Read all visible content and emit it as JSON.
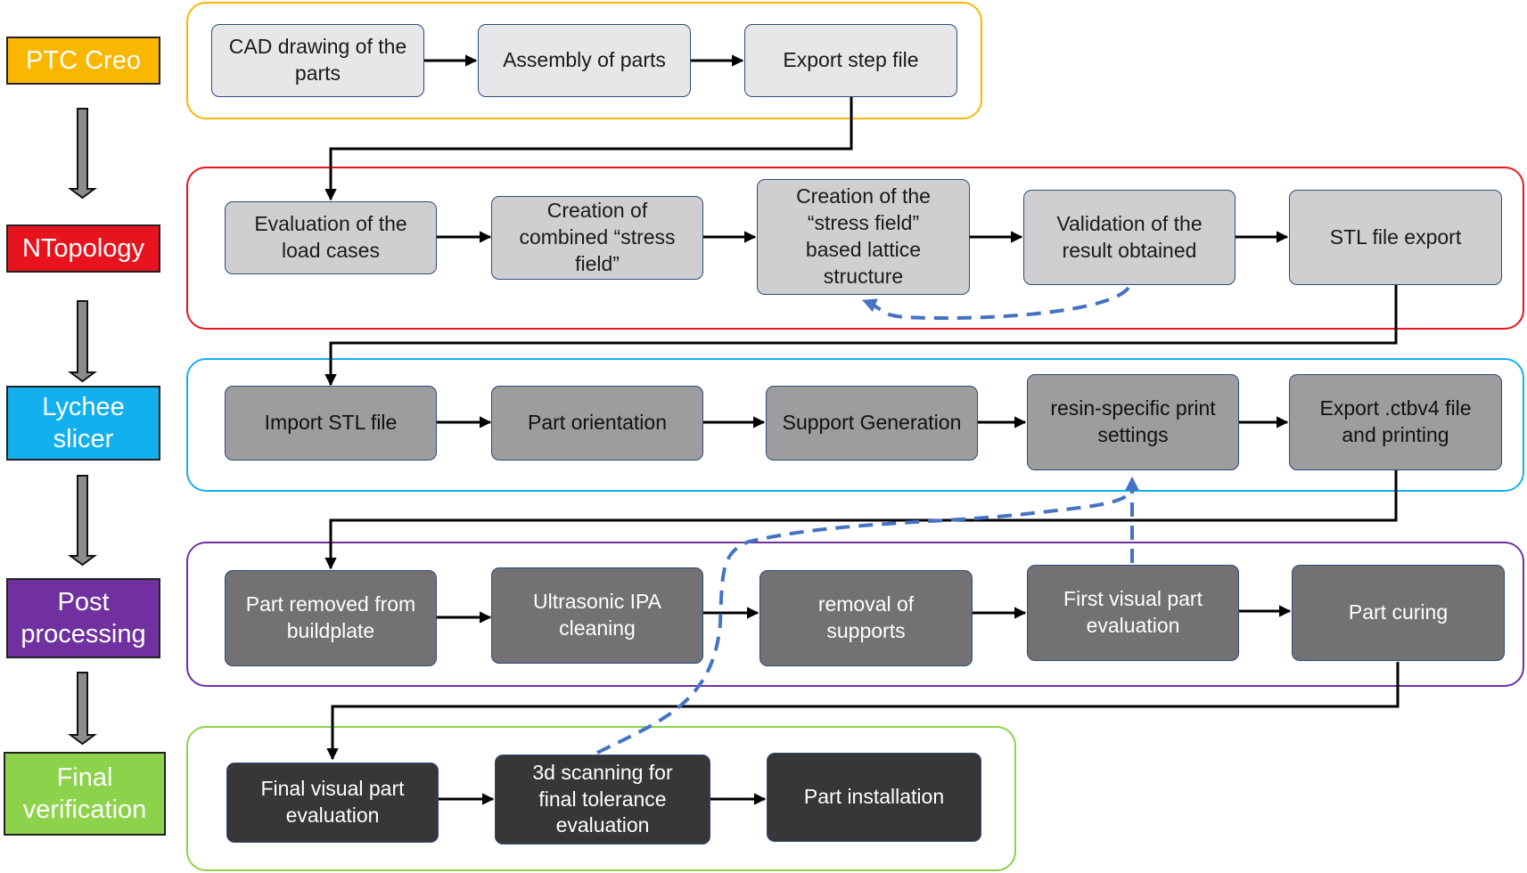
{
  "colors": {
    "ptc_creo": "#f9b700",
    "ntopology": "#e8141d",
    "lychee": "#12b0ef",
    "post": "#7030a0",
    "final": "#8cd24a",
    "feedback_arrow": "#4472c4"
  },
  "stages": {
    "ptc_creo": "PTC Creo",
    "ntopology": "NTopology",
    "lychee": "Lychee\nslicer",
    "post": "Post\nprocessing",
    "final": "Final\nverification"
  },
  "rows": {
    "creo": {
      "cad": "CAD drawing of the\nparts",
      "assembly": "Assembly of parts",
      "export_step": "Export step file"
    },
    "ntop": {
      "load_cases": "Evaluation of the\nload cases",
      "stress_field": "Creation of\ncombined “stress\nfield”",
      "lattice": "Creation of the\n“stress field”\nbased lattice\nstructure",
      "validation": "Validation of the\nresult obtained",
      "stl_export": "STL file export"
    },
    "lychee": {
      "import_stl": "Import STL file",
      "orientation": "Part orientation",
      "support_gen": "Support Generation",
      "resin": "resin-specific print\nsettings",
      "export_ctb": "Export .ctbv4 file\nand printing"
    },
    "post": {
      "removed": "Part removed from\nbuildplate",
      "ultrasonic": "Ultrasonic IPA\ncleaning",
      "removal_supports": "removal of\nsupports",
      "first_visual": "First visual part\nevaluation",
      "curing": "Part curing"
    },
    "final": {
      "final_visual": "Final visual part\nevaluation",
      "scanning": "3d scanning for\nfinal tolerance\nevaluation",
      "installation": "Part installation"
    }
  }
}
